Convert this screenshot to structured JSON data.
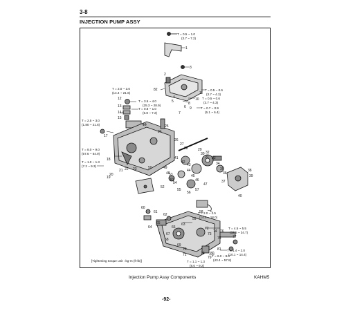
{
  "section": "3-8",
  "title": "INJECTION PUMP ASSY",
  "caption": "Injection Pump Assy Components",
  "code": "KAHM5",
  "page_number": "-92-",
  "torque_unit_note": "[Tightening torque unit : kg-m (ft-lb)]",
  "part_numbers": [
    "1",
    "2",
    "3",
    "4",
    "5",
    "6",
    "7",
    "8",
    "9",
    "10",
    "11",
    "12",
    "13",
    "14",
    "15",
    "16",
    "17",
    "18",
    "19",
    "20",
    "21",
    "22",
    "23",
    "24",
    "25",
    "26",
    "27",
    "28",
    "29",
    "30",
    "31",
    "32",
    "33",
    "34",
    "35",
    "36",
    "37",
    "38",
    "39",
    "40",
    "41",
    "42",
    "43",
    "44",
    "45",
    "46",
    "47",
    "48",
    "49",
    "50",
    "51",
    "52",
    "53",
    "54",
    "55",
    "56",
    "57",
    "58",
    "59",
    "60",
    "61",
    "62",
    "63",
    "64",
    "65",
    "66",
    "67",
    "68",
    "69",
    "70",
    "71",
    "72",
    "73",
    "74",
    "75",
    "76",
    "77",
    "78",
    "79",
    "80",
    "81",
    "82"
  ],
  "torque_specs": [
    {
      "t": "T = 0.5 ~ 1.0",
      "ft": "(3.7 ~ 7.2)"
    },
    {
      "t": "T = 2.0 ~ 3.0",
      "ft": "(14.4 ~ 21.6)"
    },
    {
      "t": "T = 3.5 ~ 4.0",
      "ft": "(25.3 ~ 28.9)"
    },
    {
      "t": "T = 0.8 ~ 1.0",
      "ft": "(5.8 ~ 7.2)"
    },
    {
      "t": "T = 0.5 ~ 0.6",
      "ft": "(3.7 ~ 4.3)"
    },
    {
      "t": "T = 0.5 ~ 0.6",
      "ft": "(3.7 ~ 4.3)"
    },
    {
      "t": "T = 0.7 ~ 0.9",
      "ft": "(5.1 ~ 6.4)"
    },
    {
      "t": "T = 2.5 ~ 3.0",
      "ft": "(1.80 ~ 21.6)"
    },
    {
      "t": "T = 8.0 ~ 9.0",
      "ft": "(57.6 ~ 64.9)"
    },
    {
      "t": "T = 1.0 ~ 1.3",
      "ft": "(7.2 ~ 9.3)"
    },
    {
      "t": "T = 2.0 ~ 2.5",
      "ft": "(14.4 ~ 18.0)"
    },
    {
      "t": "T = 4.5 ~ 5.5",
      "ft": "(32.5 ~ 34.7)"
    },
    {
      "t": "T = 1.4 ~ 2.0",
      "ft": "(10.1 ~ 14.4)"
    },
    {
      "t": "T = 6.0 ~ 8.0",
      "ft": "(43.4 ~ 57.8)"
    },
    {
      "t": "T = 1.1 ~ 1.3",
      "ft": "(8.0 ~ 9.2)"
    }
  ]
}
